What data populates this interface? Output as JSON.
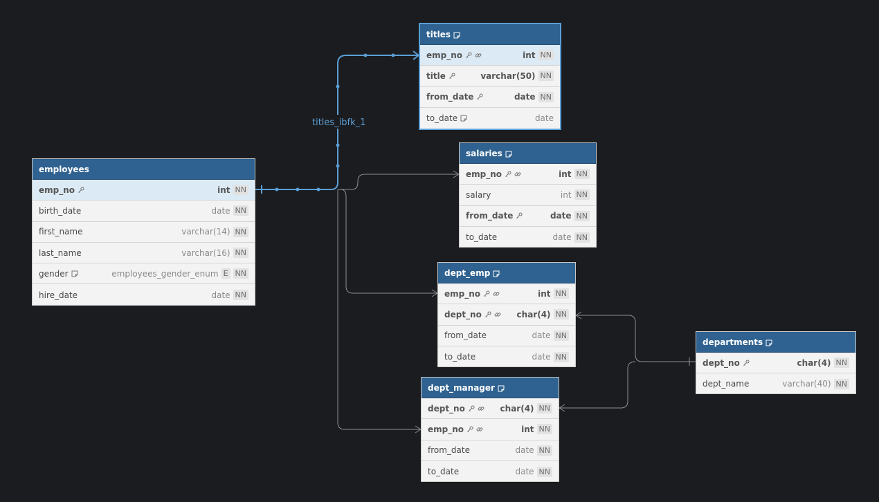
{
  "relationship_label": "titles_ibfk_1",
  "colors": {
    "header": "#2f6290",
    "highlight": "#5b9fd6",
    "background": "#1b1c1f"
  },
  "tables": {
    "titles": {
      "name": "titles",
      "has_note": true,
      "fields": [
        {
          "name": "emp_no",
          "type": "int",
          "nn": "NN",
          "pk": true,
          "key_icon": true,
          "link_icon": true,
          "highlighted": true
        },
        {
          "name": "title",
          "type": "varchar(50)",
          "nn": "NN",
          "pk": true,
          "key_icon": true
        },
        {
          "name": "from_date",
          "type": "date",
          "nn": "NN",
          "pk": true,
          "key_icon": true
        },
        {
          "name": "to_date",
          "type": "date",
          "note_icon": true
        }
      ]
    },
    "salaries": {
      "name": "salaries",
      "has_note": true,
      "fields": [
        {
          "name": "emp_no",
          "type": "int",
          "nn": "NN",
          "pk": true,
          "key_icon": true,
          "link_icon": true
        },
        {
          "name": "salary",
          "type": "int",
          "nn": "NN"
        },
        {
          "name": "from_date",
          "type": "date",
          "nn": "NN",
          "pk": true,
          "key_icon": true
        },
        {
          "name": "to_date",
          "type": "date",
          "nn": "NN"
        }
      ]
    },
    "employees": {
      "name": "employees",
      "has_note": false,
      "fields": [
        {
          "name": "emp_no",
          "type": "int",
          "nn": "NN",
          "pk": true,
          "key_icon": true,
          "highlighted": true
        },
        {
          "name": "birth_date",
          "type": "date",
          "nn": "NN"
        },
        {
          "name": "first_name",
          "type": "varchar(14)",
          "nn": "NN"
        },
        {
          "name": "last_name",
          "type": "varchar(16)",
          "nn": "NN"
        },
        {
          "name": "gender",
          "type": "employees_gender_enum",
          "enum": "E",
          "nn": "NN",
          "note_icon": true
        },
        {
          "name": "hire_date",
          "type": "date",
          "nn": "NN"
        }
      ]
    },
    "dept_emp": {
      "name": "dept_emp",
      "has_note": true,
      "fields": [
        {
          "name": "emp_no",
          "type": "int",
          "nn": "NN",
          "pk": true,
          "key_icon": true,
          "link_icon": true
        },
        {
          "name": "dept_no",
          "type": "char(4)",
          "nn": "NN",
          "pk": true,
          "key_icon": true,
          "link_icon": true
        },
        {
          "name": "from_date",
          "type": "date",
          "nn": "NN"
        },
        {
          "name": "to_date",
          "type": "date",
          "nn": "NN"
        }
      ]
    },
    "departments": {
      "name": "departments",
      "has_note": true,
      "fields": [
        {
          "name": "dept_no",
          "type": "char(4)",
          "nn": "NN",
          "pk": true,
          "key_icon": true
        },
        {
          "name": "dept_name",
          "type": "varchar(40)",
          "nn": "NN"
        }
      ]
    },
    "dept_manager": {
      "name": "dept_manager",
      "has_note": true,
      "fields": [
        {
          "name": "dept_no",
          "type": "char(4)",
          "nn": "NN",
          "pk": true,
          "key_icon": true,
          "link_icon": true
        },
        {
          "name": "emp_no",
          "type": "int",
          "nn": "NN",
          "pk": true,
          "key_icon": true,
          "link_icon": true
        },
        {
          "name": "from_date",
          "type": "date",
          "nn": "NN"
        },
        {
          "name": "to_date",
          "type": "date",
          "nn": "NN"
        }
      ]
    }
  }
}
